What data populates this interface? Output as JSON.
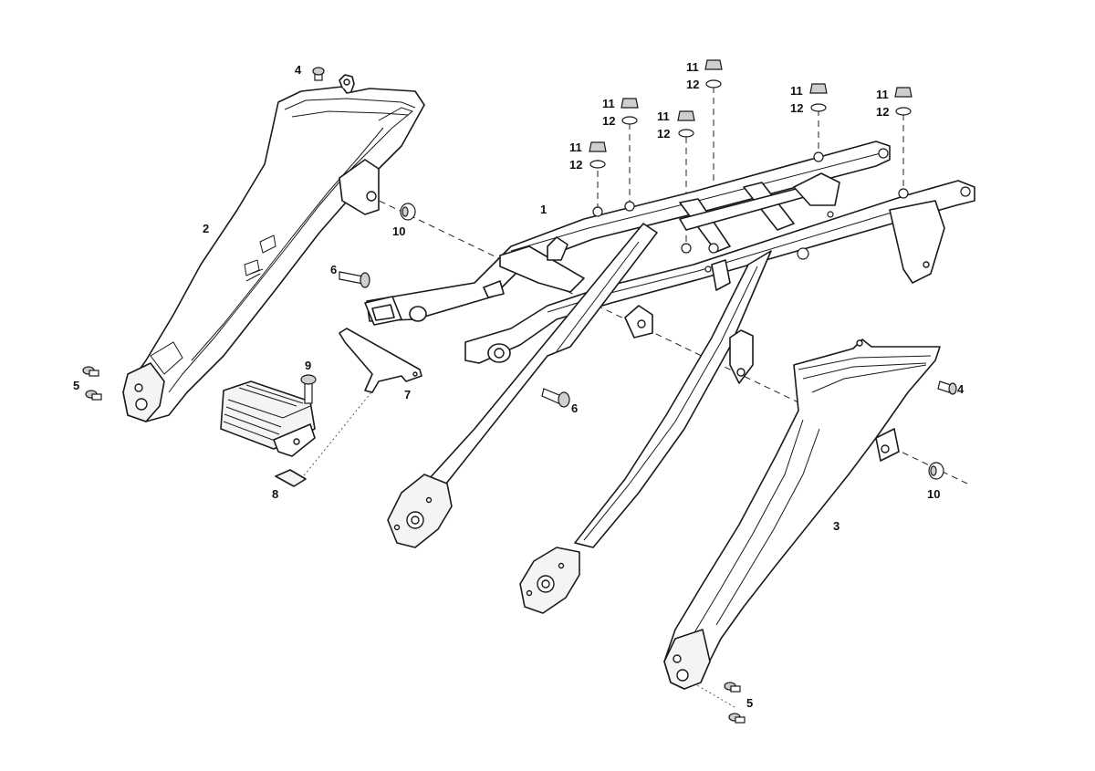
{
  "callouts": [
    {
      "id": "c1",
      "text": "1"
    },
    {
      "id": "c2",
      "text": "2"
    },
    {
      "id": "c3",
      "text": "3"
    },
    {
      "id": "c4a",
      "text": "4"
    },
    {
      "id": "c4b",
      "text": "4"
    },
    {
      "id": "c5a",
      "text": "5"
    },
    {
      "id": "c5b",
      "text": "5"
    },
    {
      "id": "c6a",
      "text": "6"
    },
    {
      "id": "c6b",
      "text": "6"
    },
    {
      "id": "c7",
      "text": "7"
    },
    {
      "id": "c8",
      "text": "8"
    },
    {
      "id": "c9",
      "text": "9"
    },
    {
      "id": "c10a",
      "text": "10"
    },
    {
      "id": "c10b",
      "text": "10"
    },
    {
      "id": "c11a",
      "text": "11"
    },
    {
      "id": "c12a",
      "text": "12"
    },
    {
      "id": "c11b",
      "text": "11"
    },
    {
      "id": "c12b",
      "text": "12"
    },
    {
      "id": "c11c",
      "text": "11"
    },
    {
      "id": "c12c",
      "text": "12"
    },
    {
      "id": "c11d",
      "text": "11"
    },
    {
      "id": "c12d",
      "text": "12"
    },
    {
      "id": "c11e",
      "text": "11"
    },
    {
      "id": "c12e",
      "text": "12"
    },
    {
      "id": "c11f",
      "text": "11"
    },
    {
      "id": "c12f",
      "text": "12"
    }
  ]
}
